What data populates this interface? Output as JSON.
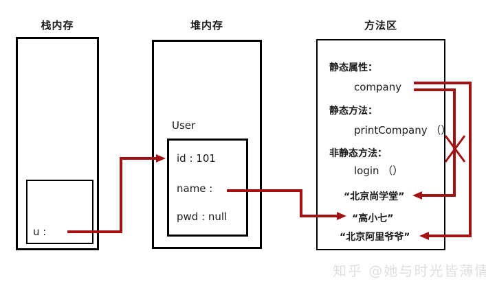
{
  "colors": {
    "arrow_red": "#a31212",
    "box_border": "#000000",
    "watermark": "#dfdfdf",
    "background": "#ffffff"
  },
  "stack": {
    "title": "栈内存",
    "frame": {
      "var_label": "u :"
    }
  },
  "heap": {
    "title": "堆内存",
    "object": {
      "class_name": "User",
      "fields": [
        "id : 101",
        "name :",
        "pwd : null"
      ]
    }
  },
  "method_area": {
    "title": "方法区",
    "sections": [
      {
        "heading": "静态属性：",
        "item": "company"
      },
      {
        "heading": "静态方法：",
        "item": "printCompany （）"
      },
      {
        "heading": "非静态方法：",
        "item": "login （）"
      }
    ],
    "strings": [
      "“北京尚学堂”",
      "“高小七”",
      "“北京阿里爷爷”"
    ]
  },
  "watermark": "知乎 @她与时光皆薄情"
}
